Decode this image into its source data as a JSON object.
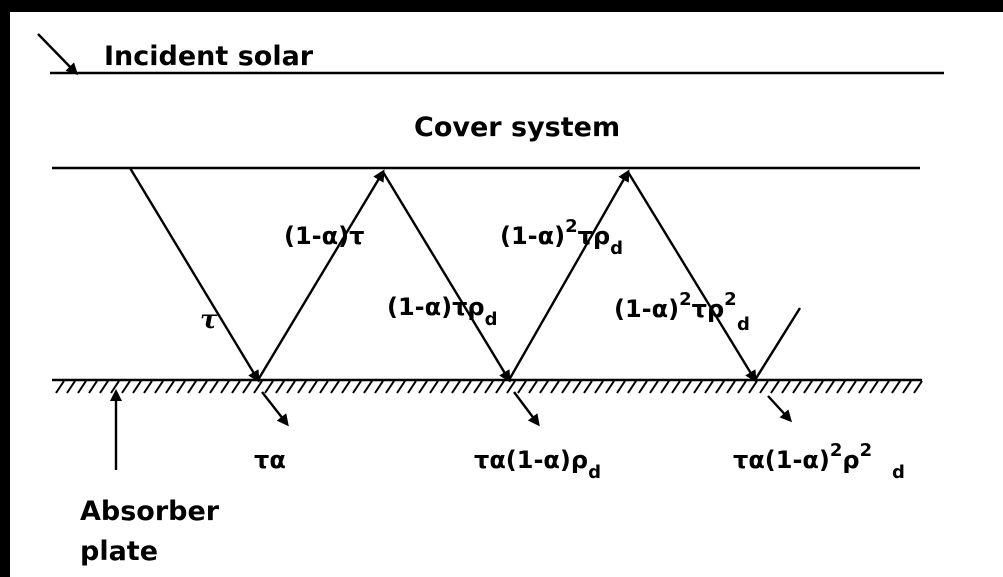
{
  "labels": {
    "incident_solar": "Incident solar",
    "cover_system": "Cover system",
    "absorber_line1": "Absorber",
    "absorber_line2": "plate"
  },
  "beam_labels": {
    "tau": "τ",
    "one_minus_a_tau": "(1-α)τ",
    "one_minus_a_tau_rho": "(1-α)τρ",
    "one_minus_a_sq_tau_rho": "(1-α)",
    "one_minus_a_sq_tau_rho_sq": "(1-α)"
  },
  "absorbed_labels": {
    "tau_alpha": "τα",
    "tau_alpha_2": "τα(1-α)ρ",
    "tau_alpha_3": "τα(1-α)"
  },
  "sub_d": "d",
  "sup_2": "2",
  "tau_rho_suffix": "τρ"
}
